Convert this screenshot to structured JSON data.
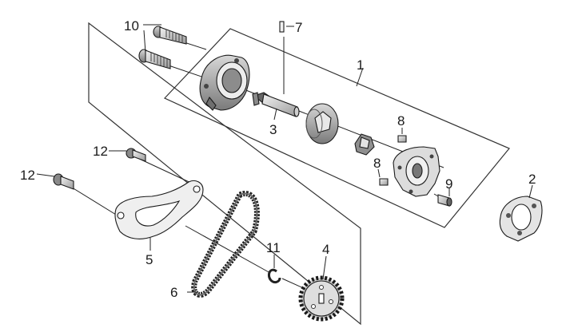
{
  "callouts": {
    "c1": "1",
    "c2": "2",
    "c3": "3",
    "c4": "4",
    "c5": "5",
    "c6": "6",
    "c7": "7",
    "c8a": "8",
    "c8b": "8",
    "c9": "9",
    "c10": "10",
    "c11": "11",
    "c12a": "12",
    "c12b": "12"
  },
  "colors": {
    "line": "#1a1a1a",
    "part_fill": "#e6e6e6",
    "part_shade": "#a9a9a9",
    "part_dark": "#6f6f6f",
    "background": "#ffffff"
  }
}
